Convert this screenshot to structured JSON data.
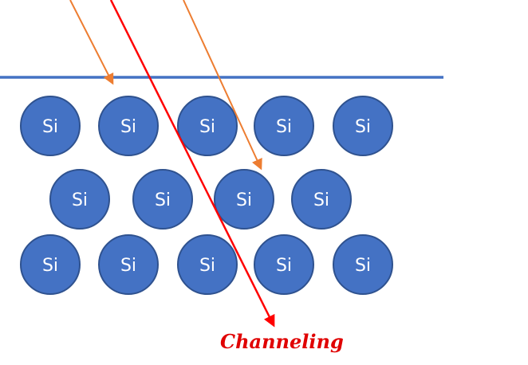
{
  "colors": {
    "atom_fill": "#4472c4",
    "atom_outline": "#2f528f",
    "surface_line": "#4472c4",
    "scattered_ion": "#ed7d31",
    "channeled_ion": "#ff0000",
    "channeling_label": "#e00000"
  },
  "atom_symbol": "Si",
  "lattice_rows": [
    {
      "atom_count": 5
    },
    {
      "atom_count": 4
    },
    {
      "atom_count": 5
    }
  ],
  "labels": {
    "channeling": "Channeling"
  }
}
